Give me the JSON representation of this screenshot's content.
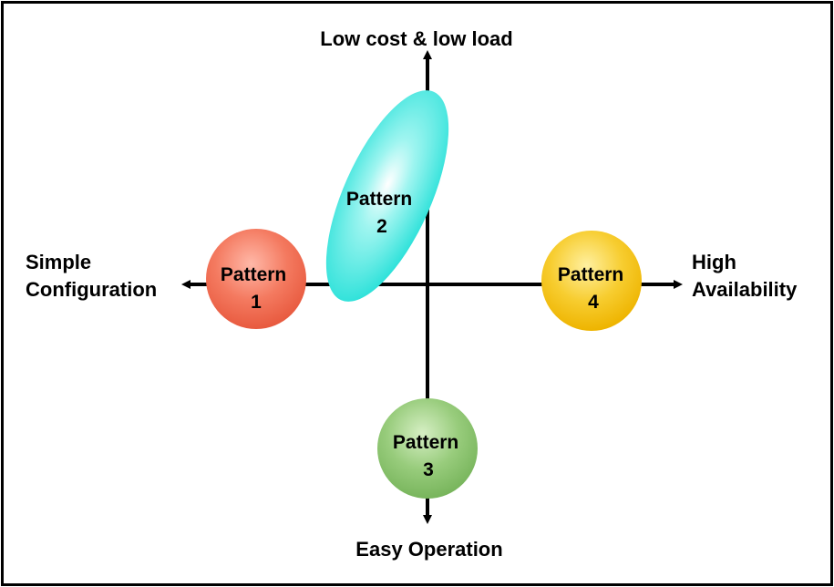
{
  "axes": {
    "top": {
      "lines": [
        "Low cost & low load"
      ]
    },
    "bottom": {
      "lines": [
        "Easy Operation"
      ]
    },
    "left": {
      "lines": [
        "Simple",
        "Configuration"
      ]
    },
    "right": {
      "lines": [
        "High",
        "Availability"
      ]
    }
  },
  "patterns": [
    {
      "id": "pattern-1",
      "lines": [
        "Pattern",
        "1"
      ],
      "color": "#f2745a"
    },
    {
      "id": "pattern-2",
      "lines": [
        "Pattern",
        "2"
      ],
      "color": "#33e6de"
    },
    {
      "id": "pattern-3",
      "lines": [
        "Pattern",
        "3"
      ],
      "color": "#8cc46e"
    },
    {
      "id": "pattern-4",
      "lines": [
        "Pattern",
        "4"
      ],
      "color": "#f4c318"
    }
  ],
  "colors": {
    "frame": "#000000",
    "axis": "#000000"
  }
}
